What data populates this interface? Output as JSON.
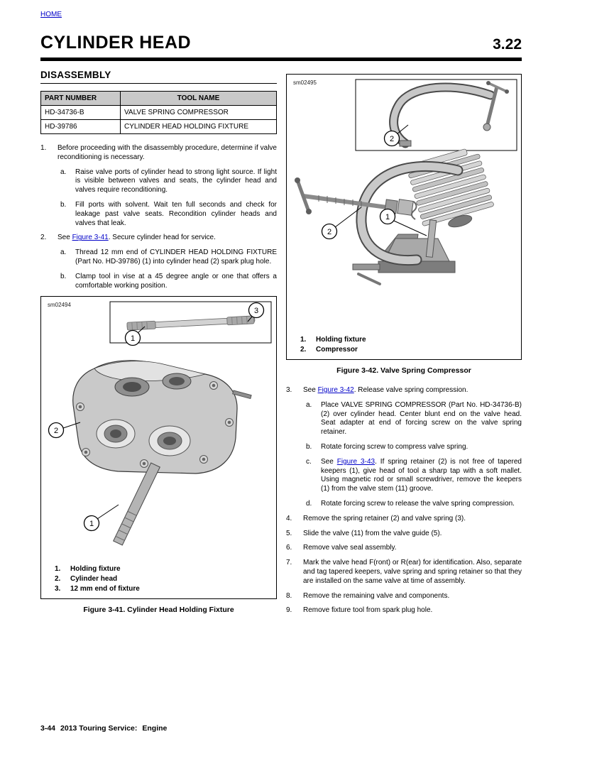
{
  "page": {
    "home_label": "HOME",
    "title": "CYLINDER HEAD",
    "section_number": "3.22",
    "footer_page": "3-44",
    "footer_text": "2013 Touring Service:",
    "footer_section": "Engine"
  },
  "colors": {
    "link": "#0000c8",
    "rule": "#000000",
    "table_header_bg": "#c9c9c9"
  },
  "disassembly": {
    "heading": "DISASSEMBLY",
    "table": {
      "headers": [
        "PART NUMBER",
        "TOOL NAME"
      ],
      "rows": [
        [
          "HD-34736-B",
          "VALVE SPRING COMPRESSOR"
        ],
        [
          "HD-39786",
          "CYLINDER HEAD HOLDING FIXTURE"
        ]
      ]
    }
  },
  "left_steps": [
    {
      "marker": "1.",
      "text": "Before proceeding with the disassembly procedure, determine if valve reconditioning is necessary."
    },
    {
      "marker": "a.",
      "text": "Raise valve ports of cylinder head to strong light source. If light is visible between valves and seats, the cylinder head and valves require reconditioning."
    },
    {
      "marker": "b.",
      "text": "Fill ports with solvent. Wait ten full seconds and check for leakage past valve seats. Recondition cylinder heads and valves that leak."
    },
    {
      "marker": "2.",
      "pre": "See ",
      "link": "Figure 3-41",
      "post": ". Secure cylinder head for service."
    },
    {
      "marker": "a.",
      "text": "Thread 12 mm end of CYLINDER HEAD HOLDING FIXTURE (Part No. HD-39786) (1) into cylinder head (2) spark plug hole."
    },
    {
      "marker": "b.",
      "text": "Clamp tool in vise at a 45 degree angle or one that offers a comfortable working position."
    }
  ],
  "right_steps": [
    {
      "marker": "3.",
      "pre": "See ",
      "link": "Figure 3-42",
      "post": ". Release valve spring compression."
    },
    {
      "marker": "a.",
      "text": "Place VALVE SPRING COMPRESSOR (Part No. HD-34736-B) (2) over cylinder head. Center blunt end on the valve head. Seat adapter at end of forcing screw on the valve spring retainer."
    },
    {
      "marker": "b.",
      "text": "Rotate forcing screw to compress valve spring."
    },
    {
      "marker": "c.",
      "pre": "See ",
      "link": "Figure 3-43",
      "post": ". If spring retainer (2) is not free of tapered keepers (1), give head of tool a sharp tap with a soft mallet. Using magnetic rod or small screwdriver, remove the keepers (1) from the valve stem (11) groove."
    },
    {
      "marker": "d.",
      "text": "Rotate forcing screw to release the valve spring compression."
    },
    {
      "marker": "4.",
      "text": "Remove the spring retainer (2) and valve spring (3)."
    },
    {
      "marker": "5.",
      "text": "Slide the valve (11) from the valve guide (5)."
    },
    {
      "marker": "6.",
      "text": "Remove valve seal assembly."
    },
    {
      "marker": "7.",
      "text": "Mark the valve head F(ront) or R(ear) for identification. Also, separate and tag tapered keepers, valve spring and spring retainer so that they are installed on the same valve at time of assembly."
    },
    {
      "marker": "8.",
      "text": "Remove the remaining valve and components."
    },
    {
      "marker": "9.",
      "text": "Remove fixture tool from spark plug hole."
    }
  ],
  "figure_41": {
    "image_code": "sm02494",
    "callouts": {
      "inset_end": "3",
      "inset_fixture": "1",
      "head": "2",
      "fixture": "1"
    },
    "legend": [
      {
        "num": "1.",
        "label": "Holding fixture"
      },
      {
        "num": "2.",
        "label": "Cylinder head"
      },
      {
        "num": "3.",
        "label": "12 mm end of fixture"
      }
    ],
    "caption": "Figure 3-41. Cylinder Head Holding Fixture"
  },
  "figure_42": {
    "image_code": "sm02495",
    "callouts": {
      "inset_compressor": "2",
      "fixture": "1",
      "compressor": "2"
    },
    "legend": [
      {
        "num": "1.",
        "label": "Holding fixture"
      },
      {
        "num": "2.",
        "label": "Compressor"
      }
    ],
    "caption": "Figure 3-42. Valve Spring Compressor"
  }
}
